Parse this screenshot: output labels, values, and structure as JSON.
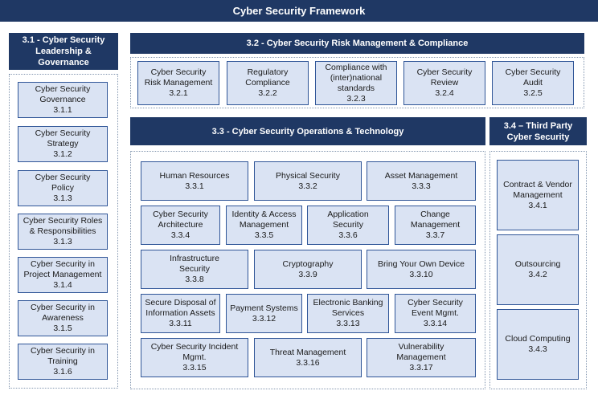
{
  "title": "Cyber Security Framework",
  "sections": {
    "s31": {
      "header": "3.1 - Cyber Security\nLeadership & Governance",
      "items": [
        {
          "name": "Cyber Security\nGovernance",
          "code": "3.1.1"
        },
        {
          "name": "Cyber Security\nStrategy",
          "code": "3.1.2"
        },
        {
          "name": "Cyber Security\nPolicy",
          "code": "3.1.3"
        },
        {
          "name": "Cyber Security Roles\n& Responsibilities",
          "code": "3.1.3"
        },
        {
          "name": "Cyber Security in\nProject Management",
          "code": "3.1.4"
        },
        {
          "name": "Cyber Security in\nAwareness",
          "code": "3.1.5"
        },
        {
          "name": "Cyber Security in\nTraining",
          "code": "3.1.6"
        }
      ]
    },
    "s32": {
      "header": "3.2 - Cyber Security Risk Management & Compliance",
      "items": [
        {
          "name": "Cyber Security\nRisk Management",
          "code": "3.2.1"
        },
        {
          "name": "Regulatory\nCompliance",
          "code": "3.2.2"
        },
        {
          "name": "Compliance with\n(inter)national\nstandards",
          "code": "3.2.3"
        },
        {
          "name": "Cyber Security\nReview",
          "code": "3.2.4"
        },
        {
          "name": "Cyber Security\nAudit",
          "code": "3.2.5"
        }
      ]
    },
    "s33": {
      "header": "3.3 - Cyber Security Operations & Technology",
      "items": [
        {
          "name": "Human Resources",
          "code": "3.3.1"
        },
        {
          "name": "Physical Security",
          "code": "3.3.2"
        },
        {
          "name": "Asset Management",
          "code": "3.3.3"
        },
        {
          "name": "Cyber Security\nArchitecture",
          "code": "3.3.4"
        },
        {
          "name": "Identity & Access\nManagement",
          "code": "3.3.5"
        },
        {
          "name": "Application\nSecurity",
          "code": "3.3.6"
        },
        {
          "name": "Change\nManagement",
          "code": "3.3.7"
        },
        {
          "name": "Infrastructure\nSecurity",
          "code": "3.3.8"
        },
        {
          "name": "Cryptography",
          "code": "3.3.9"
        },
        {
          "name": "Bring Your Own Device",
          "code": "3.3.10"
        },
        {
          "name": "Secure Disposal of\nInformation Assets",
          "code": "3.3.11"
        },
        {
          "name": "Payment Systems",
          "code": "3.3.12"
        },
        {
          "name": "Electronic Banking\nServices",
          "code": "3.3.13"
        },
        {
          "name": "Cyber Security\nEvent Mgmt.",
          "code": "3.3.14"
        },
        {
          "name": "Cyber Security Incident\nMgmt.",
          "code": "3.3.15"
        },
        {
          "name": "Threat Management",
          "code": "3.3.16"
        },
        {
          "name": "Vulnerability\nManagement",
          "code": "3.3.17"
        }
      ]
    },
    "s34": {
      "header": "3.4 – Third Party\nCyber Security",
      "items": [
        {
          "name": "Contract & Vendor\nManagement",
          "code": "3.4.1"
        },
        {
          "name": "Outsourcing",
          "code": "3.4.2"
        },
        {
          "name": "Cloud Computing",
          "code": "3.4.3"
        }
      ]
    }
  }
}
